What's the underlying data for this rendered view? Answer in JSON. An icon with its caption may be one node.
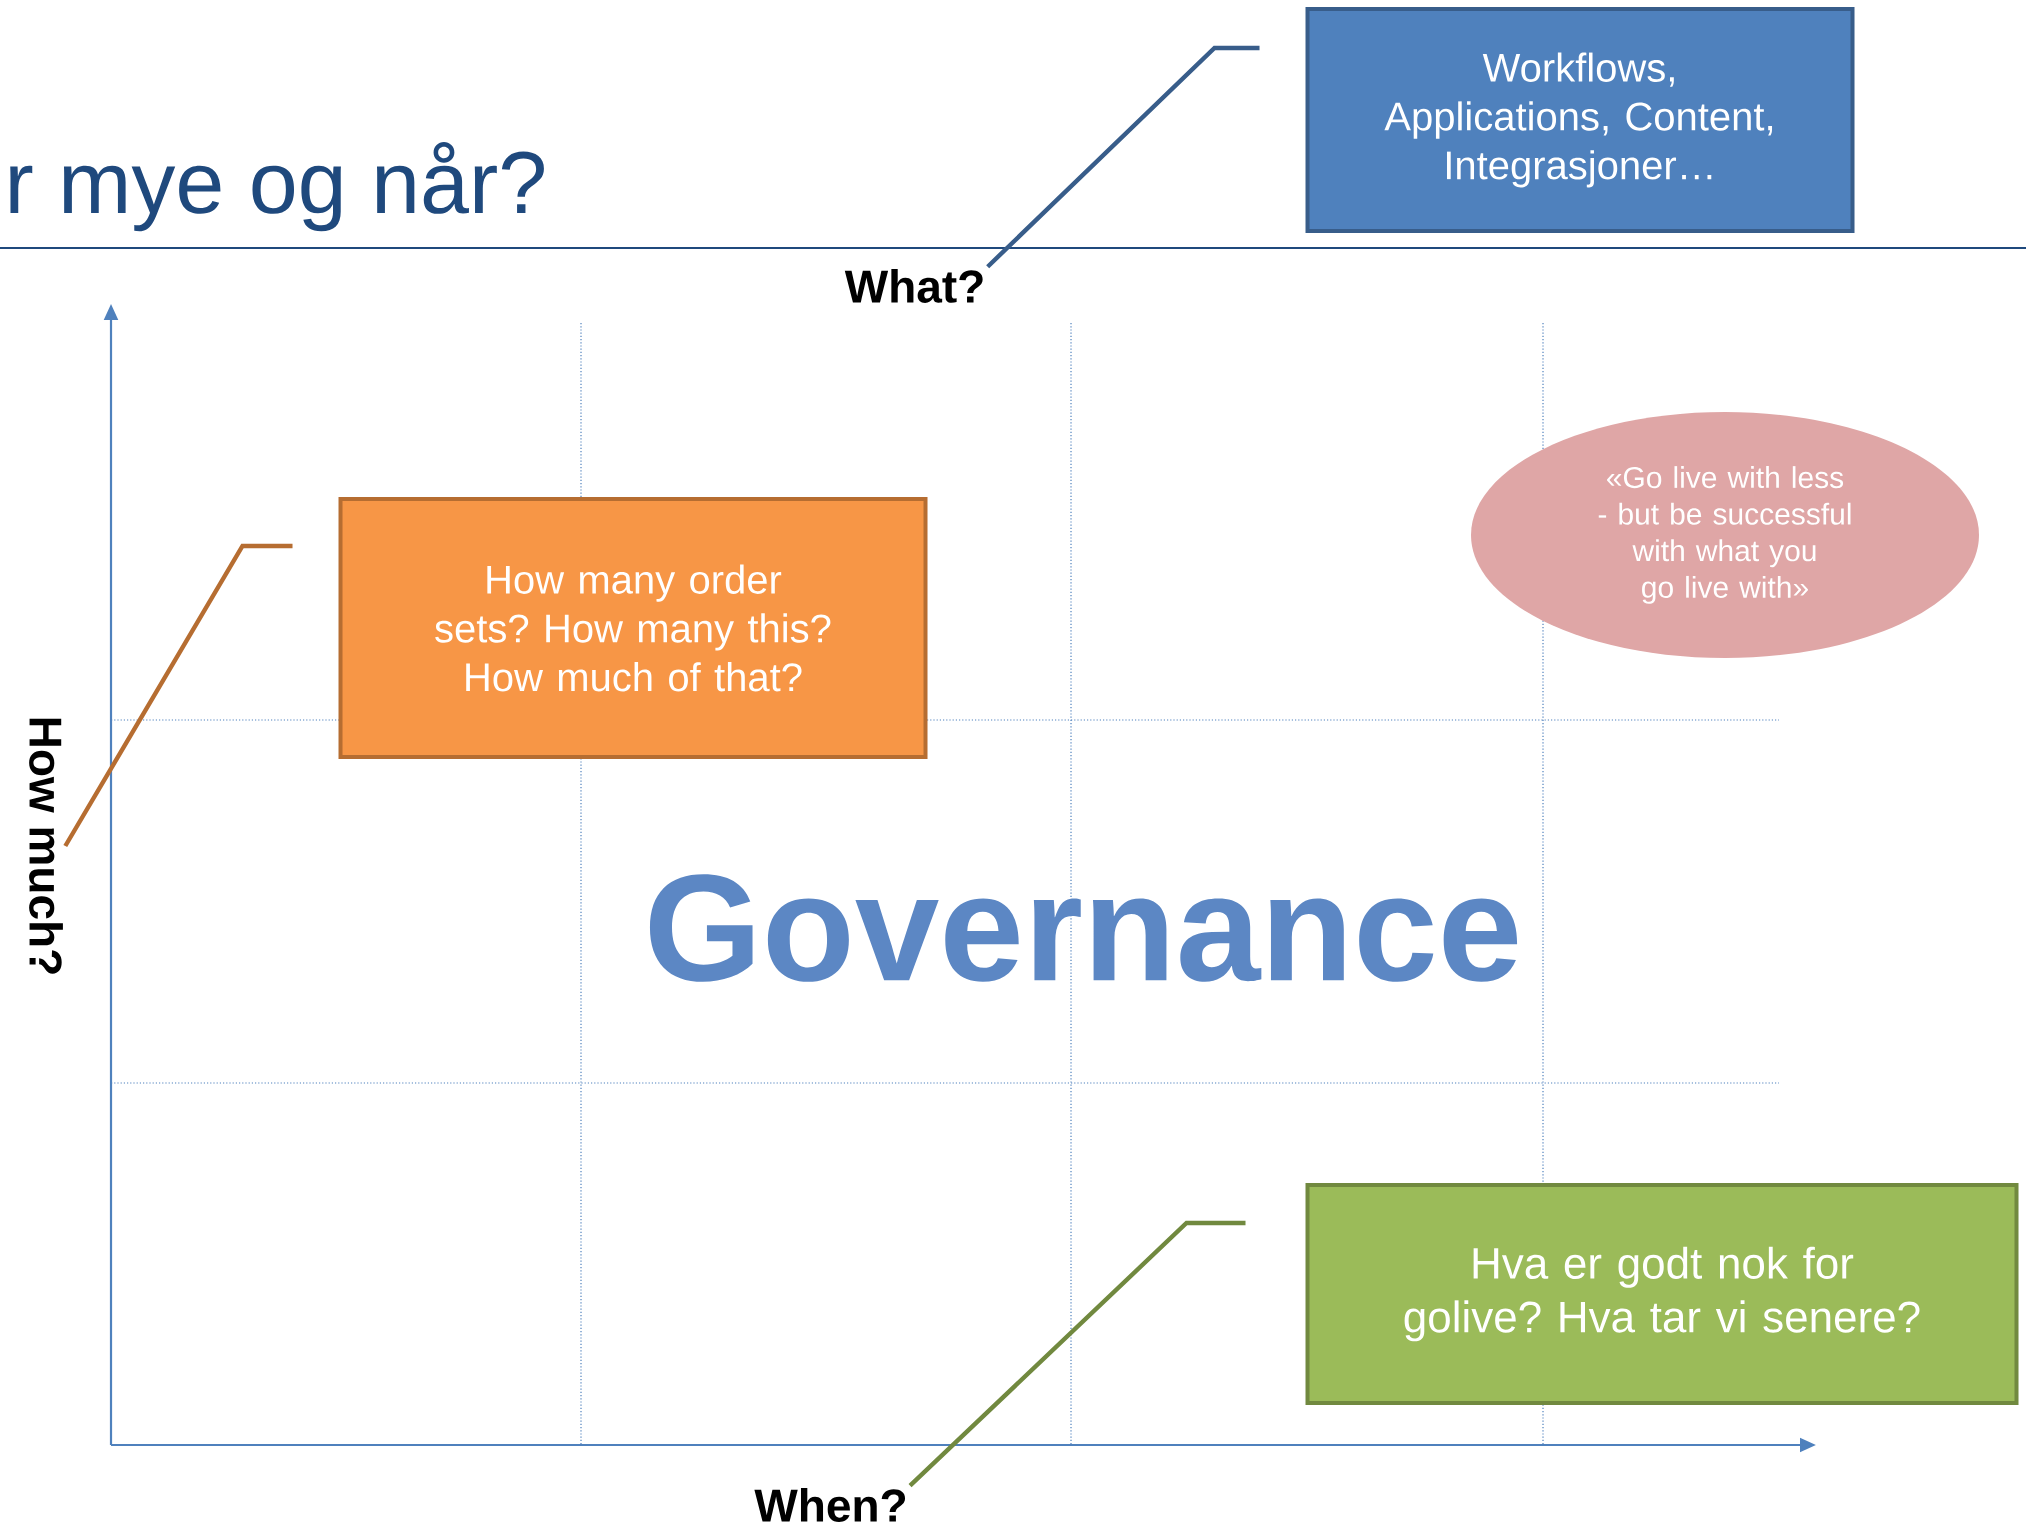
{
  "diagram": {
    "title": "r mye og når?",
    "nodes": [
      {
        "text": [
          "Workflows, Applications, Content, Integrasjoner…"
        ]
      },
      {
        "text": [
          "What?"
        ]
      },
      {
        "text": [
          "How many order sets? How many this? How much of that?"
        ]
      },
      {
        "text": [
          "How much?"
        ]
      },
      {
        "text": [
          "«Go live with less - but be successful with what you go live with»"
        ]
      },
      {
        "text": [
          "Hva er godt nok for golive? Hva tar vi senere?"
        ]
      },
      {
        "text": [
          "When?"
        ]
      }
    ],
    "edges": [
      {
        "from": 0,
        "to": 1,
        "arrow": "none",
        "color": "#385d8a"
      },
      {
        "from": 2,
        "to": 3,
        "arrow": "none",
        "color": "#b66d31"
      },
      {
        "from": 5,
        "to": 6,
        "arrow": "none",
        "color": "#71893f"
      }
    ],
    "labels": [
      "Governance"
    ]
  }
}
